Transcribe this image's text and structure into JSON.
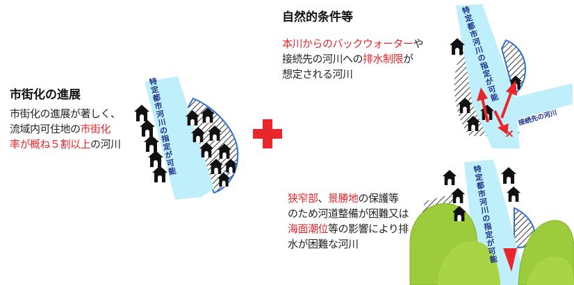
{
  "left_panel": {
    "heading": "市街化の進展",
    "lines": [
      [
        {
          "t": "市街化の進展が著しく、",
          "red": false
        }
      ],
      [
        {
          "t": "流域内可住地の",
          "red": false
        },
        {
          "t": "市街化",
          "red": true
        }
      ],
      [
        {
          "t": "率が概ね５割以上",
          "red": true
        },
        {
          "t": "の河川",
          "red": false
        }
      ]
    ],
    "river_label": "特定都市河川の指定が可能"
  },
  "plus_symbol": "+",
  "right_top": {
    "heading": "自然的条件等",
    "lines": [
      [
        {
          "t": "本川からのバックウォーター",
          "red": true
        },
        {
          "t": "や",
          "red": false
        }
      ],
      [
        {
          "t": "接続先の河川への",
          "red": false
        },
        {
          "t": "排水制限",
          "red": true
        },
        {
          "t": "が",
          "red": false
        }
      ],
      [
        {
          "t": "想定される河川",
          "red": false
        }
      ]
    ],
    "river_label": "特定都市河川の指定が可能",
    "branch_label": "接続先の河川",
    "cross_mark": "×"
  },
  "right_bottom": {
    "lines": [
      [
        {
          "t": "狭窄部",
          "red": true
        },
        {
          "t": "、",
          "red": false
        },
        {
          "t": "景勝地",
          "red": true
        },
        {
          "t": "の保護等",
          "red": false
        }
      ],
      [
        {
          "t": "のため河道整備が困難又は",
          "red": false
        }
      ],
      [
        {
          "t": "海面潮位",
          "red": true
        },
        {
          "t": "等の影響により排",
          "red": false
        }
      ],
      [
        {
          "t": "水が困難な河川",
          "red": false
        }
      ]
    ],
    "river_label": "特定都市河川の指定が可能"
  },
  "colors": {
    "red_text": "#e8262b",
    "river": "#bfeffb",
    "river_label": "#1b2f8a",
    "hill": "#9ccc3c",
    "plus": "#e8262b"
  }
}
